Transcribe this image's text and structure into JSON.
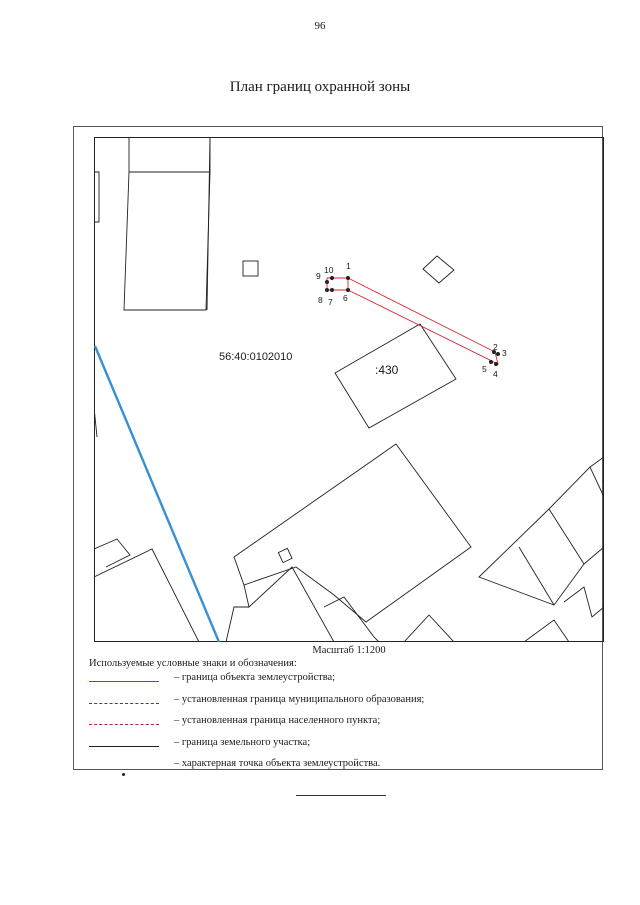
{
  "page": {
    "number": "96",
    "title": "План границ охранной зоны"
  },
  "map": {
    "cadastral_block": "56:40:0102010",
    "parcel_label": ":430",
    "point_labels": [
      "1",
      "2",
      "3",
      "4",
      "5",
      "6",
      "7",
      "8",
      "9",
      "10"
    ],
    "colors": {
      "object_boundary": "#d9242a",
      "municipal_boundary": "#2f3aa8",
      "settlement_boundary": "#b02a35",
      "parcel_boundary": "#222222",
      "blue_line": "#3a8fd0"
    }
  },
  "scale": {
    "label": "Масштаб 1:1200"
  },
  "legend": {
    "heading": "Используемые условные знаки и обозначения:",
    "items": [
      {
        "text": "– граница объекта землеустройства;",
        "symbol": "solid-red-line"
      },
      {
        "text": "– установленная граница муниципального образования;",
        "symbol": "dash-dot-blue-line"
      },
      {
        "text": "– установленная граница населенного пункта;",
        "symbol": "dash-dot-red-line"
      },
      {
        "text": "– граница земельного участка;",
        "symbol": "solid-black-line"
      },
      {
        "text": "– характерная точка объекта землеустройства.",
        "symbol": "point"
      }
    ]
  }
}
